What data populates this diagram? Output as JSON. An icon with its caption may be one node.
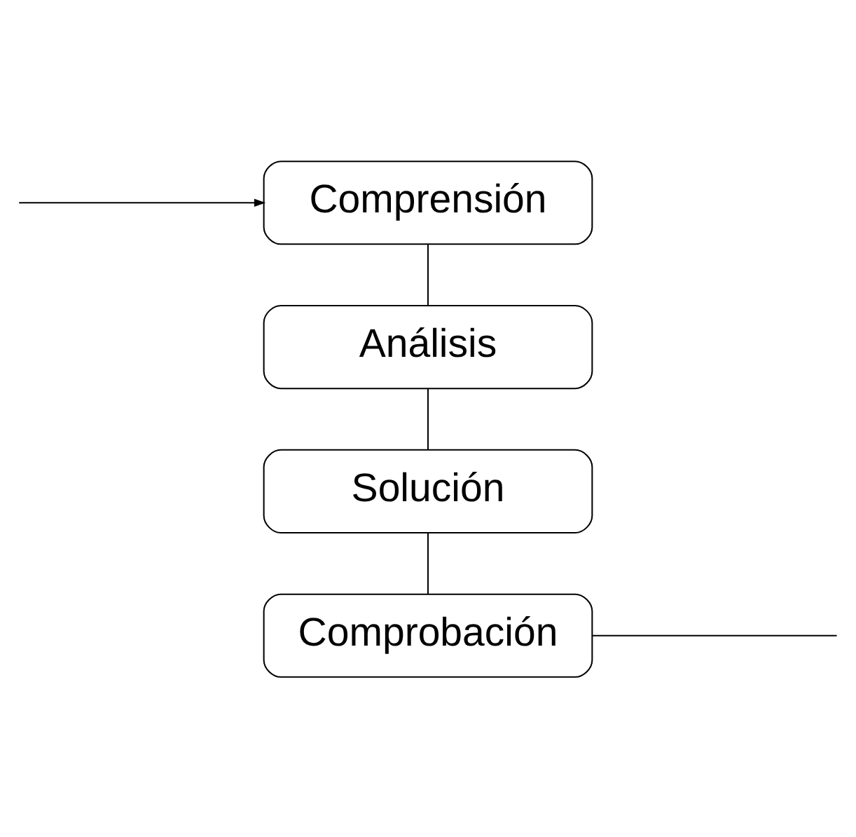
{
  "diagram": {
    "nodes": [
      {
        "text": [
          "Comprensión"
        ]
      },
      {
        "text": [
          "Análisis"
        ]
      },
      {
        "text": [
          "Solución"
        ]
      },
      {
        "text": [
          "Comprobación"
        ]
      }
    ],
    "edges": [
      {
        "from": 0,
        "to": 1,
        "arrow": "none"
      },
      {
        "from": 1,
        "to": 2,
        "arrow": "none"
      },
      {
        "from": 2,
        "to": 3,
        "arrow": "none"
      },
      {
        "from": 3,
        "to": null,
        "arrow": "none"
      },
      {
        "from": null,
        "to": 0,
        "arrow": "to"
      }
    ]
  }
}
